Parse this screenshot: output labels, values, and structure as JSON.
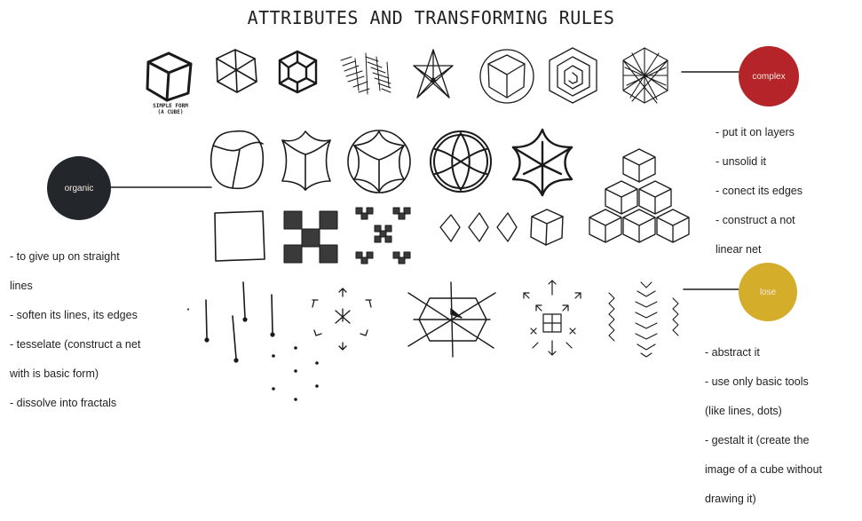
{
  "title": "ATTRIBUTES AND TRANSFORMING RULES",
  "simple_form_label_1": "SIMPLE FORM",
  "simple_form_label_2": "(A CUBE)",
  "complex": {
    "label": "complex",
    "color": "#b52428",
    "notes": [
      "- put it on layers",
      "- unsolid it",
      "- conect its edges",
      "- construct a not",
      "linear net"
    ]
  },
  "organic": {
    "label": "organic",
    "color": "#23262b",
    "notes": [
      "- to give up on straight",
      "lines",
      "- soften its lines, its edges",
      "- tesselate (construct a net",
      "with is basic form)",
      "- dissolve into fractals"
    ]
  },
  "third": {
    "label": "lose",
    "color": "#d4ad2b",
    "notes": [
      "- abstract it",
      "- use only basic tools",
      "(like lines, dots)",
      "- gestalt it (create the",
      "image of a cube without",
      "drawing it)"
    ]
  }
}
